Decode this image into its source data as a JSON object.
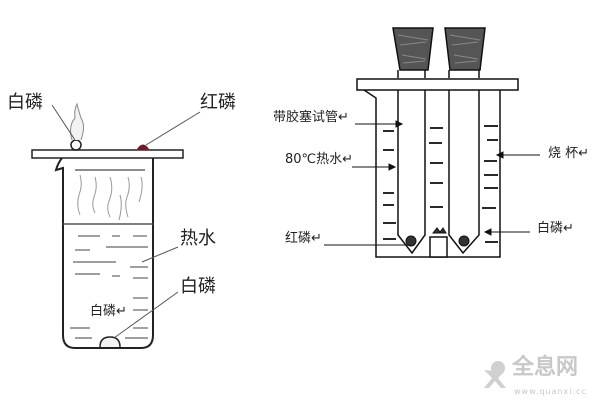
{
  "left_diagram": {
    "labels": {
      "white_phosphorus_top": "白磷",
      "red_phosphorus": "红磷",
      "hot_water": "热水",
      "white_phosphorus_water": "白磷",
      "white_phosphorus_inner": "白磷↵"
    }
  },
  "right_diagram": {
    "labels": {
      "stoppered_test_tube": "带胶塞试管↵",
      "hot_water_80c": "80℃热水↵",
      "red_phosphorus": "红磷↵",
      "beaker": "烧 杯↵",
      "white_phosphorus": "白磷↵"
    }
  },
  "watermark": {
    "brand": "全息网",
    "url": "www.quanxi.cc"
  }
}
